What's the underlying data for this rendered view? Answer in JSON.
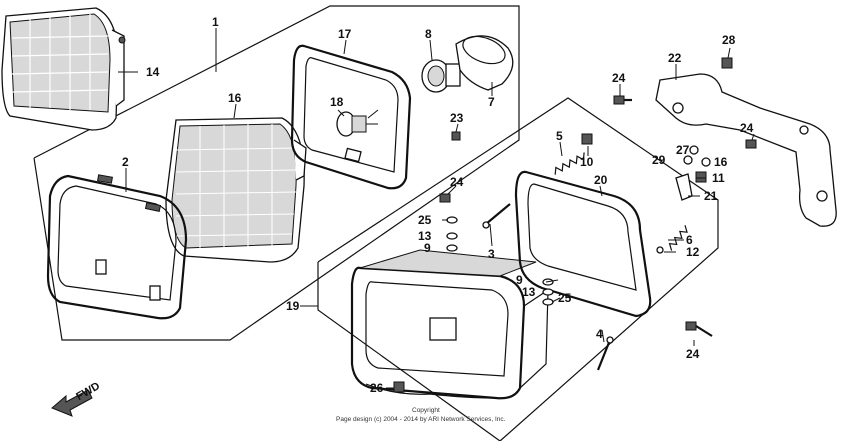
{
  "callouts": [
    {
      "id": "1",
      "label": "1"
    },
    {
      "id": "2",
      "label": "2"
    },
    {
      "id": "3",
      "label": "3"
    },
    {
      "id": "4",
      "label": "4"
    },
    {
      "id": "5",
      "label": "5"
    },
    {
      "id": "6",
      "label": "6"
    },
    {
      "id": "7",
      "label": "7"
    },
    {
      "id": "8",
      "label": "8"
    },
    {
      "id": "9a",
      "label": "9"
    },
    {
      "id": "9b",
      "label": "9"
    },
    {
      "id": "10",
      "label": "10"
    },
    {
      "id": "11",
      "label": "11"
    },
    {
      "id": "12",
      "label": "12"
    },
    {
      "id": "13a",
      "label": "13"
    },
    {
      "id": "13b",
      "label": "13"
    },
    {
      "id": "14",
      "label": "14"
    },
    {
      "id": "16a",
      "label": "16"
    },
    {
      "id": "16b",
      "label": "16"
    },
    {
      "id": "17",
      "label": "17"
    },
    {
      "id": "18",
      "label": "18"
    },
    {
      "id": "19",
      "label": "19"
    },
    {
      "id": "20",
      "label": "20"
    },
    {
      "id": "21",
      "label": "21"
    },
    {
      "id": "22",
      "label": "22"
    },
    {
      "id": "23",
      "label": "23"
    },
    {
      "id": "24a",
      "label": "24"
    },
    {
      "id": "24b",
      "label": "24"
    },
    {
      "id": "24c",
      "label": "24"
    },
    {
      "id": "24d",
      "label": "24"
    },
    {
      "id": "25a",
      "label": "25"
    },
    {
      "id": "25b",
      "label": "25"
    },
    {
      "id": "26",
      "label": "26"
    },
    {
      "id": "27",
      "label": "27"
    },
    {
      "id": "28",
      "label": "28"
    },
    {
      "id": "29",
      "label": "29"
    }
  ],
  "fwd_label": "FWD",
  "copyright_line1": "Copyright",
  "copyright_line2": "Page design (c) 2004 - 2014 by ARI Network Services, Inc."
}
